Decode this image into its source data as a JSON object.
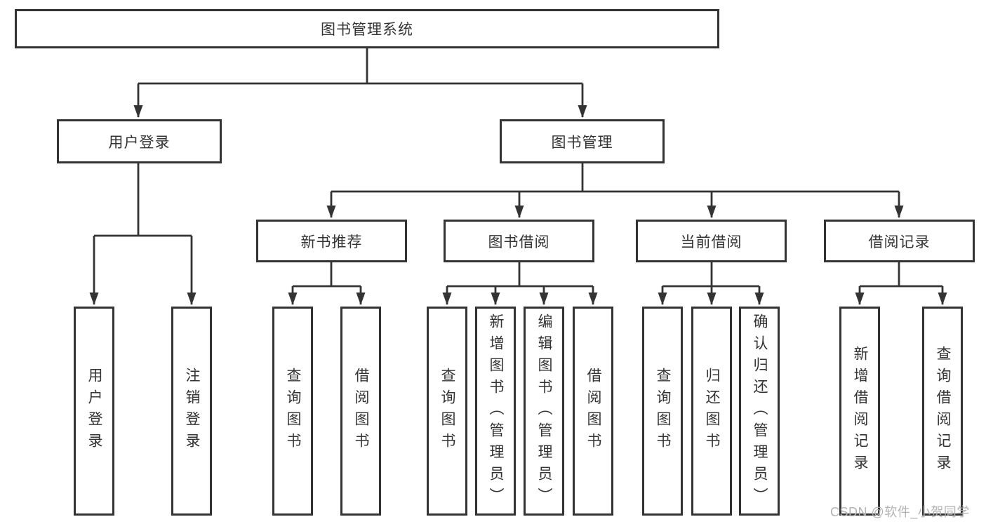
{
  "diagram": {
    "type": "hierarchy-flowchart",
    "colors": {
      "line": "#333333",
      "text": "#333333",
      "box_fill": "#ffffff",
      "watermark": "#b3b3b3"
    }
  },
  "tree": {
    "root": {
      "label": "图书管理系统"
    },
    "branches": [
      {
        "label": "用户登录",
        "children": [
          {
            "label": "用户登录"
          },
          {
            "label": "注销登录"
          }
        ]
      },
      {
        "label": "图书管理",
        "children": [
          {
            "label": "新书推荐",
            "children": [
              {
                "label": "查询图书"
              },
              {
                "label": "借阅图书"
              }
            ]
          },
          {
            "label": "图书借阅",
            "children": [
              {
                "label": "查询图书"
              },
              {
                "label": "新增图书（管理员）"
              },
              {
                "label": "编辑图书（管理员）"
              },
              {
                "label": "借阅图书"
              }
            ]
          },
          {
            "label": "当前借阅",
            "children": [
              {
                "label": "查询图书"
              },
              {
                "label": "归还图书"
              },
              {
                "label": "确认归还（管理员）"
              }
            ]
          },
          {
            "label": "借阅记录",
            "children": [
              {
                "label": "新增借阅记录"
              },
              {
                "label": "查询借阅记录"
              }
            ]
          }
        ]
      }
    ]
  },
  "watermark": {
    "text": "CSDN @软件_小贺同学"
  }
}
